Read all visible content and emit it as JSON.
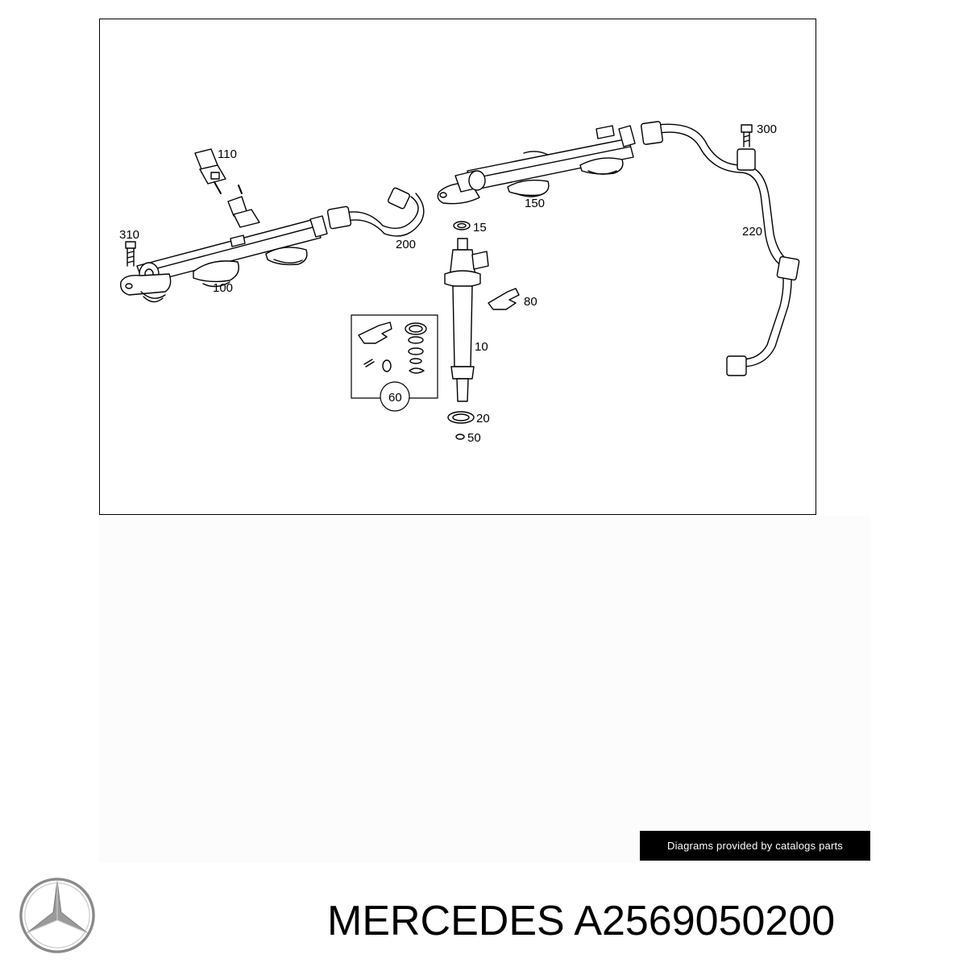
{
  "diagram": {
    "callouts": {
      "c110": "110",
      "c310": "310",
      "c100": "100",
      "c200": "200",
      "c15": "15",
      "c150": "150",
      "c300": "300",
      "c220": "220",
      "c80": "80",
      "c10": "10",
      "c60": "60",
      "c20": "20",
      "c50": "50"
    }
  },
  "footer": {
    "credit_text": "Diagrams provided by catalogs parts",
    "brand_title": "MERCEDES A2569050200",
    "logo_icon": "mercedes-star-icon"
  },
  "colors": {
    "line": "#000000",
    "credit_bg": "#000000",
    "credit_text": "#ffffff",
    "logo": "#8a8a8a"
  }
}
